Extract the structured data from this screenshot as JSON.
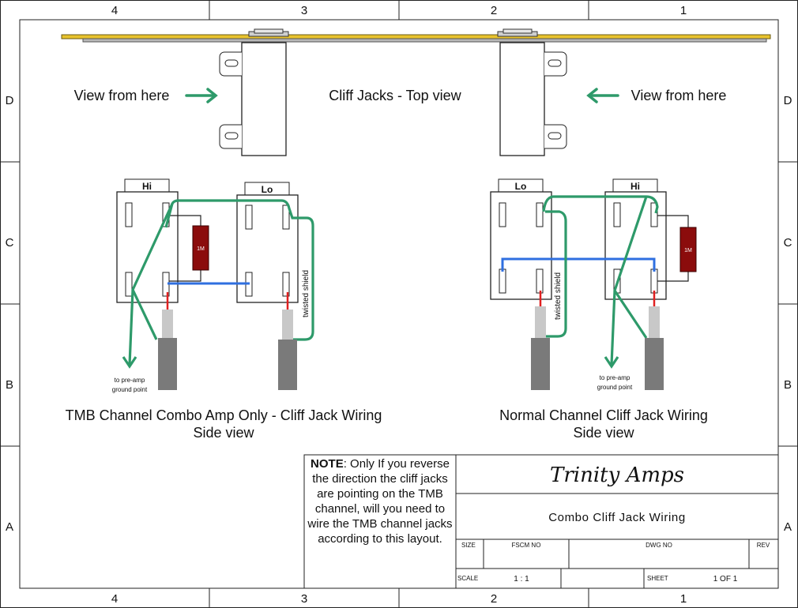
{
  "frame": {
    "columns_top": [
      "4",
      "3",
      "2",
      "1"
    ],
    "columns_bottom": [
      "4",
      "3",
      "2",
      "1"
    ],
    "rows_left": [
      "D",
      "C",
      "B",
      "A"
    ],
    "rows_right": [
      "D",
      "C",
      "B",
      "A"
    ]
  },
  "top_view": {
    "left_label": "View from here",
    "title": "Cliff Jacks  - Top view",
    "right_label": "View from here"
  },
  "left_diagram": {
    "jack_hi_label": "Hi",
    "jack_lo_label": "Lo",
    "resistor_label": "1M",
    "shield_label": "twisted shield",
    "ground_label_line1": "to pre-amp",
    "ground_label_line2": "ground point",
    "caption_line1": "TMB Channel Combo Amp Only - Cliff Jack Wiring",
    "caption_line2": "Side view"
  },
  "right_diagram": {
    "jack_lo_label": "Lo",
    "jack_hi_label": "Hi",
    "resistor_label": "1M",
    "shield_label": "twisted shield",
    "ground_label_line1": "to pre-amp",
    "ground_label_line2": "ground point",
    "caption_line1": "Normal Channel Cliff Jack Wiring",
    "caption_line2": "Side view"
  },
  "note": {
    "heading": "NOTE",
    "text": ": Only If you reverse the direction the cliff jacks are pointing on the TMB channel, will you need to wire the TMB channel jacks according to this layout."
  },
  "title_block": {
    "company": "Trinity Amps",
    "drawing_title": "Combo Cliff Jack Wiring",
    "size_label": "SIZE",
    "fscm_label": "FSCM NO",
    "dwg_label": "DWG NO",
    "rev_label": "REV",
    "scale_label": "SCALE",
    "scale_value": "1 : 1",
    "sheet_label": "SHEET",
    "sheet_value": "1 OF 1"
  },
  "colors": {
    "wire_green": "#2e9a6a",
    "wire_blue": "#2f6fe0",
    "wire_red": "#e02020",
    "resistor": "#8b0c0c",
    "panel_gold": "#e8c22c",
    "cable_dark": "#7a7a7a",
    "cable_light": "#c8c8c8"
  }
}
